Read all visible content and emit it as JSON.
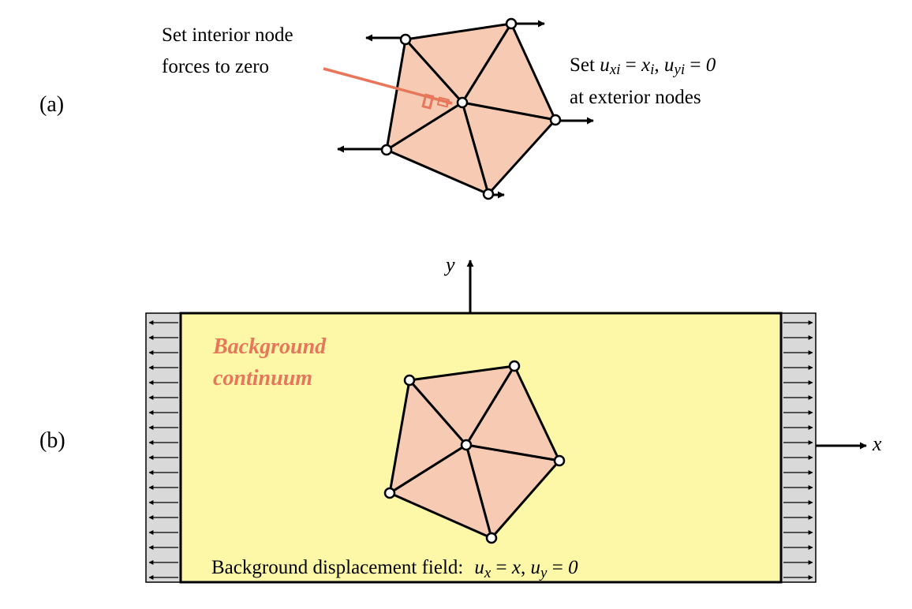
{
  "labels": {
    "panel_a": "(a)",
    "panel_b": "(b)",
    "interior_note_line1": "Set interior node",
    "interior_note_line2": "forces to zero",
    "exterior_note_prefix": "Set ",
    "exterior_note_ux": "u",
    "exterior_note_ux_sub": "xi",
    "exterior_note_eq1": " = ",
    "exterior_note_xi": "x",
    "exterior_note_xi_sub": "i",
    "exterior_note_sep": ",  ",
    "exterior_note_uy": "u",
    "exterior_note_uy_sub": "yi",
    "exterior_note_eq2": " = ",
    "exterior_note_zero": "0",
    "exterior_note_line2": "at exterior nodes",
    "axis_x": "x",
    "axis_y": "y",
    "background_line1": "Background",
    "background_line2": "continuum",
    "field_prefix": "Background displacement field:",
    "field_ux": "u",
    "field_ux_sub": "x",
    "field_eq1": " = ",
    "field_x": "x",
    "field_sep": ",  ",
    "field_uy": "u",
    "field_uy_sub": "y",
    "field_eq2": " = ",
    "field_zero": "0"
  },
  "colors": {
    "element_fill": "#f7cbb3",
    "continuum_fill": "#fdf8a8",
    "support_fill": "#d9d9d9",
    "accent": "#e8765a",
    "ink": "#000000"
  }
}
